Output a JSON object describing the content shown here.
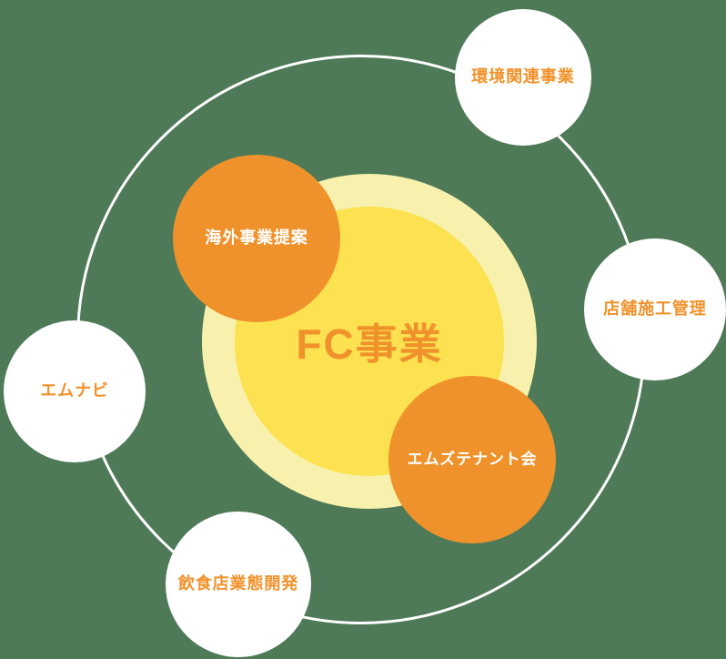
{
  "colors": {
    "background": "#4e7a57",
    "orange": "#f0922b",
    "yellow": "#fce150",
    "pale-yellow": "#f8f1ad",
    "white": "#ffffff"
  },
  "center": {
    "label": "FC事業"
  },
  "nodes": [
    {
      "id": "environment-related-business",
      "label": "環境関連事業",
      "style": "white"
    },
    {
      "id": "store-construction-management",
      "label": "店舗施工管理",
      "style": "white"
    },
    {
      "id": "m-navi",
      "label": "エムナビ",
      "style": "white"
    },
    {
      "id": "restaurant-format-development",
      "label": "飲食店業態開発",
      "style": "white"
    },
    {
      "id": "overseas-business-proposal",
      "label": "海外事業提案",
      "style": "orange"
    },
    {
      "id": "ms-tenant-association",
      "label": "エムズテナント会",
      "style": "orange"
    }
  ]
}
